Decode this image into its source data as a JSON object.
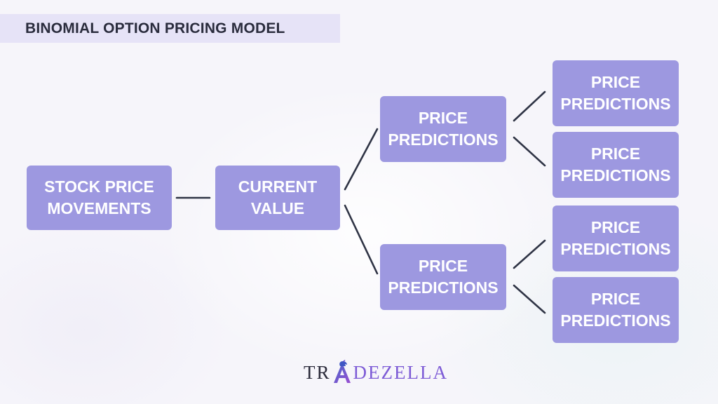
{
  "title": "BINOMIAL OPTION PRICING MODEL",
  "nodes": {
    "root": "STOCK PRICE\nMOVEMENTS",
    "current": "CURRENT\nVALUE",
    "up": "PRICE\nPREDICTIONS",
    "down": "PRICE\nPREDICTIONS",
    "up_up": "PRICE\nPREDICTIONS",
    "up_down": "PRICE\nPREDICTIONS",
    "down_up": "PRICE\nPREDICTIONS",
    "down_down": "PRICE\nPREDICTIONS"
  },
  "logo": {
    "text_left": "TR",
    "text_right": "DEZELLA",
    "mark_icon": "unicorn-a-icon"
  },
  "colors": {
    "node_fill": "#9d98e0",
    "connector": "#2f3445",
    "title_band": "#e6e3f7",
    "brand_purple": "#7d5bd6"
  }
}
